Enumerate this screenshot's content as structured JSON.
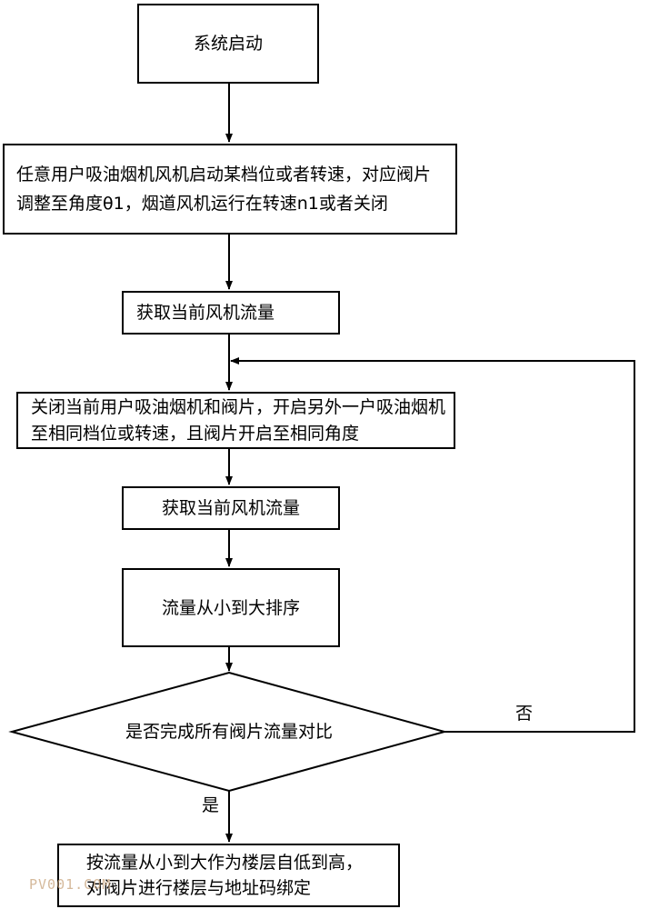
{
  "flowchart": {
    "step1": "系统启动",
    "step2": "任意用户吸油烟机风机启动某档位或者转速，对应阀片调整至角度θ1，烟道风机运行在转速n1或者关闭",
    "step3": "获取当前风机流量",
    "step4": "关闭当前用户吸油烟机和阀片，开启另外一户吸油烟机至相同档位或转速，且阀片开启至相同角度",
    "step5": "获取当前风机流量",
    "step6": "流量从小到大排序",
    "decision": "是否完成所有阀片流量对比",
    "decision_no": "否",
    "decision_yes": "是",
    "step7": "按流量从小到大作为楼层自低到高，\n对阀片进行楼层与地址码绑定"
  },
  "watermark": "PV001.COM",
  "colors": {
    "line": "#000000",
    "background": "#ffffff",
    "watermark": "#c7a27a"
  }
}
